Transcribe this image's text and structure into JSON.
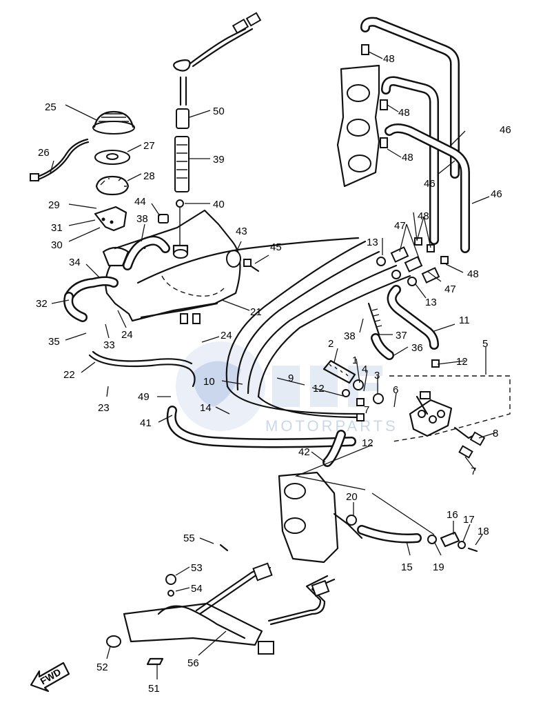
{
  "watermark": {
    "text": "MOTORPARTS"
  },
  "direction_marker": {
    "label": "FWD"
  },
  "callouts": {
    "c1": "1",
    "c2": "2",
    "c3": "3",
    "c4": "4",
    "c5": "5",
    "c6": "6",
    "c7a": "7",
    "c7b": "7",
    "c8": "8",
    "c9": "9",
    "c10": "10",
    "c11": "11",
    "c12a": "12",
    "c12b": "12",
    "c12c": "12",
    "c13a": "13",
    "c13b": "13",
    "c14": "14",
    "c15": "15",
    "c16": "16",
    "c17": "17",
    "c18": "18",
    "c19": "19",
    "c20": "20",
    "c21": "21",
    "c22": "22",
    "c23": "23",
    "c24a": "24",
    "c24b": "24",
    "c25": "25",
    "c26": "26",
    "c27": "27",
    "c28": "28",
    "c29": "29",
    "c30": "30",
    "c31": "31",
    "c32": "32",
    "c33": "33",
    "c34": "34",
    "c35": "35",
    "c36": "36",
    "c37": "37",
    "c38a": "38",
    "c38b": "38",
    "c39": "39",
    "c40": "40",
    "c41": "41",
    "c42": "42",
    "c43": "43",
    "c44": "44",
    "c45": "45",
    "c46a": "46",
    "c46b": "46",
    "c46c": "46",
    "c47a": "47",
    "c47b": "47",
    "c48a": "48",
    "c48b": "48",
    "c48c": "48",
    "c48d": "48",
    "c48e": "48",
    "c49": "49",
    "c50": "50",
    "c51": "51",
    "c52": "52",
    "c53": "53",
    "c54": "54",
    "c55": "55",
    "c56": "56"
  }
}
